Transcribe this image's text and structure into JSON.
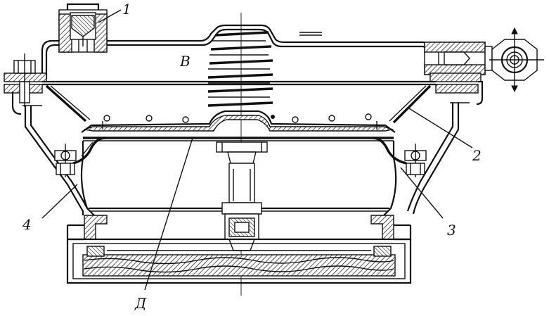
{
  "figure": {
    "callouts": {
      "part_1": "1",
      "part_2": "2",
      "part_3": "3",
      "part_4": "4",
      "cavity_v": "В",
      "diaphragm_d": "Д"
    }
  }
}
